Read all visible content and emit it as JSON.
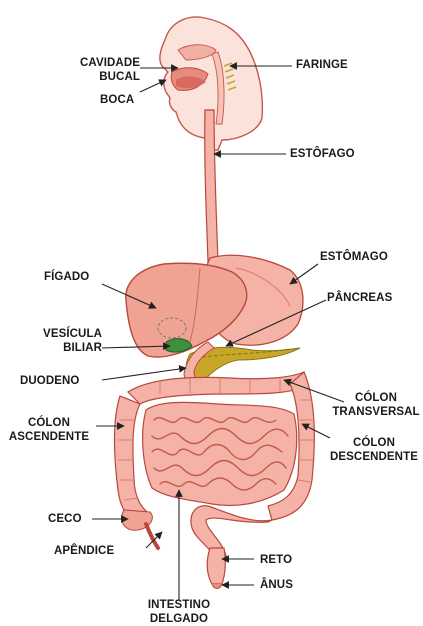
{
  "labels": {
    "cavidade_bucal": [
      "CAVIDADE",
      "BUCAL"
    ],
    "boca": "BOCA",
    "faringe": "FARINGE",
    "esofago": "ESTÔFAGO",
    "estomago": "ESTÔMAGO",
    "figado": "FÍGADO",
    "pancreas": "PÂNCREAS",
    "vesicula_biliar": [
      "VESÍCULA",
      "BILIAR"
    ],
    "duodeno": "DUODENO",
    "colon_transversal": [
      "CÓLON",
      "TRANSVERSAL"
    ],
    "colon_ascendente": [
      "CÓLON",
      "ASCENDENTE"
    ],
    "colon_descendente": [
      "CÓLON",
      "DESCENDENTE"
    ],
    "ceco": "CECO",
    "apendice": "APÊNDICE",
    "reto": "RETO",
    "anus": "ÂNUS",
    "intestino_delgado": [
      "INTESTINO",
      "DELGADO"
    ]
  },
  "colors": {
    "organ_fill": "#f4b3a6",
    "organ_dark": "#d9786a",
    "liver_fill": "#f1a393",
    "pancreas_fill": "#c9a628",
    "gallbladder_fill": "#3f8f3c",
    "outline": "#b8483c",
    "head_fill": "#fbe3dc",
    "arrow": "#222222"
  }
}
